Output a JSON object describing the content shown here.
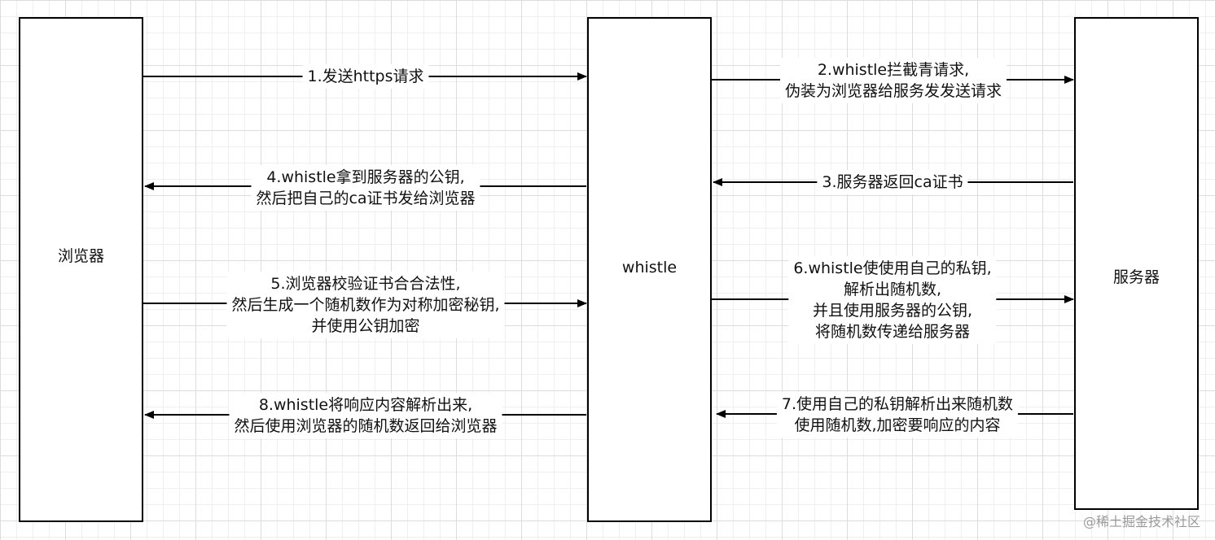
{
  "nodes": {
    "browser": "浏览器",
    "whistle": "whistle",
    "server": "服务器"
  },
  "edges": [
    {
      "id": "e1",
      "lines": [
        "1.发送https请求"
      ]
    },
    {
      "id": "e2",
      "lines": [
        "2.whistle拦截青请求,",
        "伪装为浏览器给服务发发送请求"
      ]
    },
    {
      "id": "e3",
      "lines": [
        "3.服务器返回ca证书"
      ]
    },
    {
      "id": "e4",
      "lines": [
        "4.whistle拿到服务器的公钥,",
        "然后把自己的ca证书发给浏览器"
      ]
    },
    {
      "id": "e5",
      "lines": [
        "5.浏览器校验证书合合法性,",
        "然后生成一个随机数作为对称加密秘钥,",
        "并使用公钥加密"
      ]
    },
    {
      "id": "e6",
      "lines": [
        "6.whistle使使用自己的私钥,",
        "解析出随机数,",
        "并且使用服务器的公钥,",
        "将随机数传递给服务器"
      ]
    },
    {
      "id": "e7",
      "lines": [
        "7.使用自己的私钥解析出来随机数",
        "使用随机数,加密要响应的内容"
      ]
    },
    {
      "id": "e8",
      "lines": [
        "8.whistle将响应内容解析出来,",
        "然后使用浏览器的随机数返回给浏览器"
      ]
    }
  ],
  "watermark": "@稀土掘金技术社区"
}
